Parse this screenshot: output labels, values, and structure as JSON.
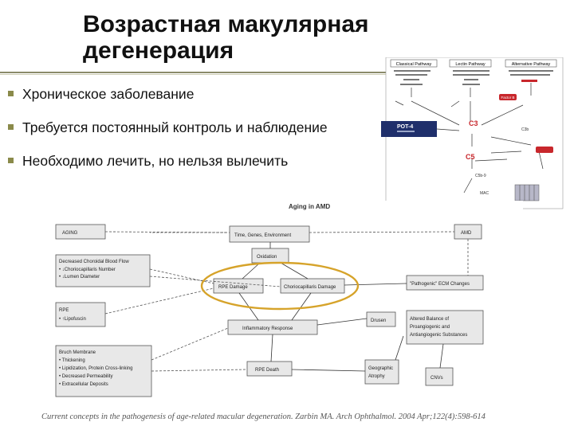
{
  "title": {
    "line1": "Возрастная макулярная",
    "line2": "дегенерация"
  },
  "bullets": [
    "Хроническое заболевание",
    "Требуется постоянный контроль и наблюдение",
    "Необходимо лечить, но нельзя вылечить"
  ],
  "complement_figure": {
    "pathways": [
      "Classical Pathway",
      "Lectin Pathway",
      "Alternative Pathway"
    ],
    "drug": "POT-4",
    "nodes": {
      "c3": "C3",
      "c5": "C5",
      "factor_b": "Factor B",
      "c3b": "C3b",
      "c5b": "C5b-9",
      "mac": "MAC"
    }
  },
  "amd_figure": {
    "title": "Aging in AMD",
    "aging": "AGING",
    "environment": "Time, Genes, Environment",
    "amd": "AMD",
    "oxidation": "Oxidation",
    "choroidal_title": "Decreased Choroidal Blood Flow",
    "choroidal_items": [
      "• ↓Choriocapillaris Number",
      "• ↓Lumen Diameter"
    ],
    "rpe_damage": "RPE Damage",
    "cc_damage": "Choriocapillaris Damage",
    "pathogenic_ecm": "\"Pathogenic\" ECM Changes",
    "rpe_title": "RPE",
    "rpe_items": [
      "• ↑Lipofuscin"
    ],
    "inflammatory": "Inflammatory Response",
    "drusen": "Drusen",
    "balance": [
      "Altered Balance of",
      "Proangiogenic and",
      "Antiangiogenic Substances"
    ],
    "bruch_title": "Bruch Membrane",
    "bruch_items": [
      "• Thickening",
      "• Lipidization, Protein Cross-linking",
      "• Decreased Permeability",
      "• Extracellular Deposits"
    ],
    "rpe_death": "RPE Death",
    "ga": [
      "Geographic",
      "Atrophy"
    ],
    "cnvs": "CNVs"
  },
  "citation": "Current concepts in the pathogenesis of age-related macular degeneration. Zarbin MA. Arch Ophthalmol. 2004 Apr;122(4):598-614",
  "colors": {
    "accent": "#8a8a4a",
    "highlight_oval": "#d6a32a",
    "drug_box": "#1f2f6b",
    "complement_red": "#c8272c"
  }
}
